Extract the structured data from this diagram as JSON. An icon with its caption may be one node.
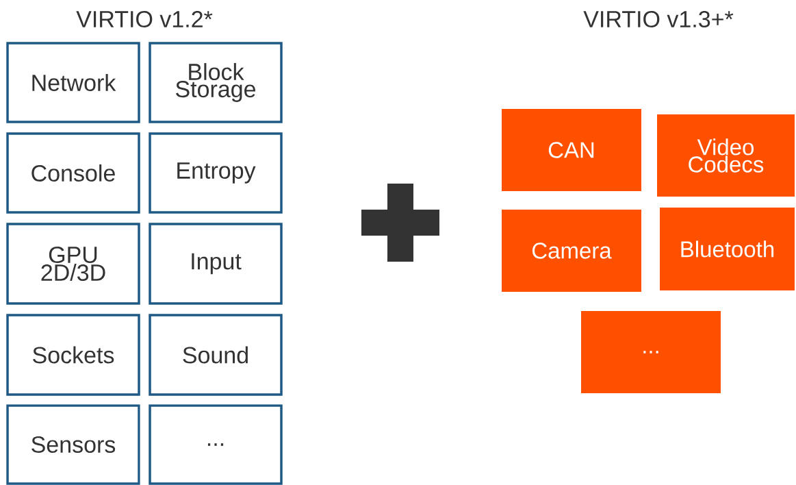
{
  "diagram": {
    "nodes": [
      {
        "text": [
          "Network"
        ]
      },
      {
        "text": [
          "Block Storage"
        ]
      },
      {
        "text": [
          "Console"
        ]
      },
      {
        "text": [
          "Entropy"
        ]
      },
      {
        "text": [
          "GPU 2D/3D"
        ]
      },
      {
        "text": [
          "Input"
        ]
      },
      {
        "text": [
          "Sockets"
        ]
      },
      {
        "text": [
          "Sound"
        ]
      },
      {
        "text": [
          "Sensors"
        ]
      },
      {
        "text": [
          "..."
        ]
      },
      {
        "text": [
          "CAN"
        ]
      },
      {
        "text": [
          "Video Codecs"
        ]
      },
      {
        "text": [
          "Camera"
        ]
      },
      {
        "text": [
          "Bluetooth"
        ]
      },
      {
        "text": [
          "..."
        ]
      }
    ],
    "labels": [
      "VIRTIO v1.2*",
      "VIRTIO v1.3+*"
    ]
  }
}
